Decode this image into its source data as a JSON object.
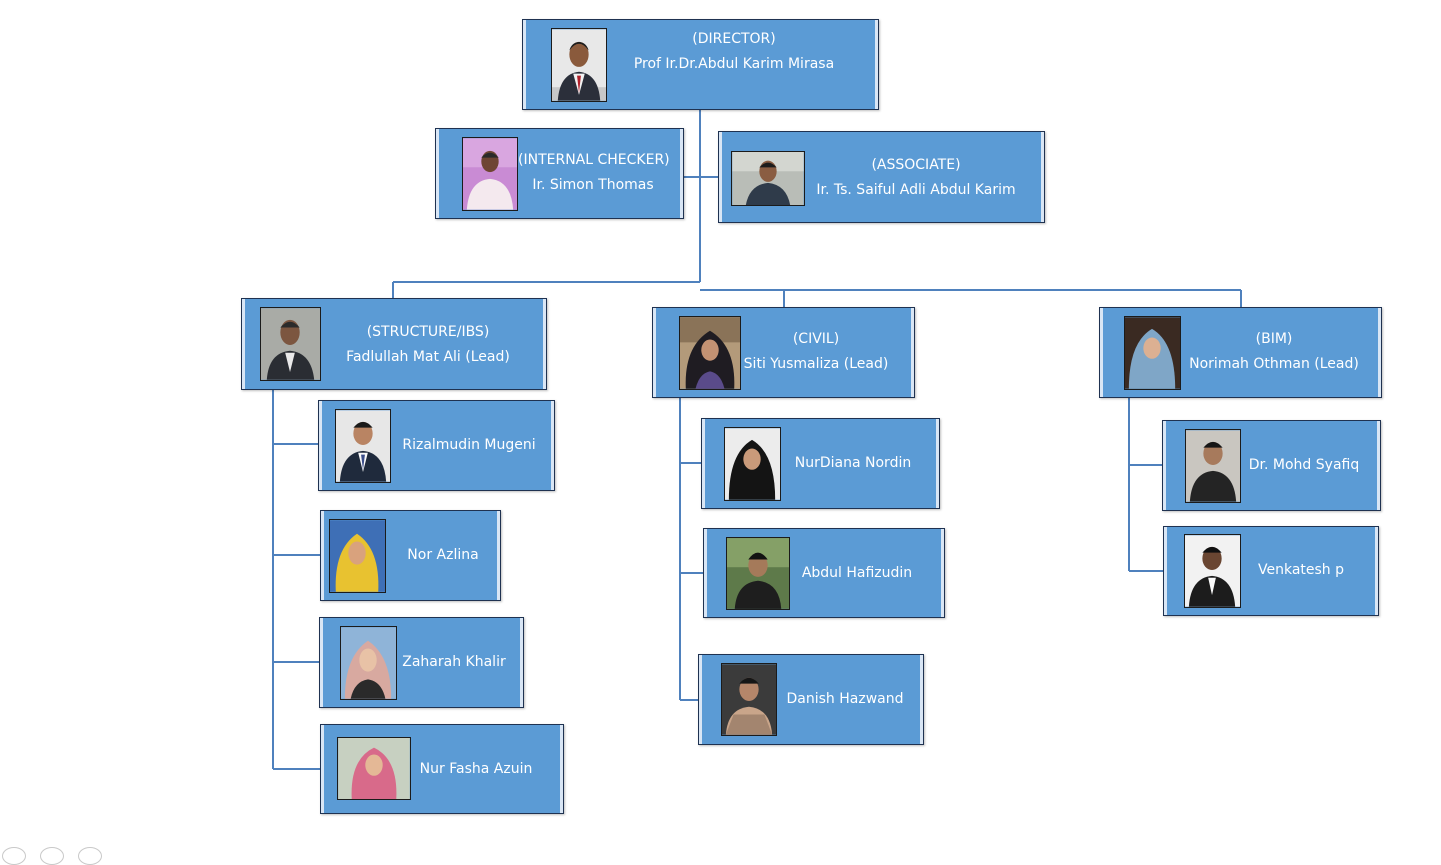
{
  "org": {
    "director": {
      "role": "(DIRECTOR)",
      "name": "Prof Ir.Dr.Abdul Karim Mirasa"
    },
    "internal_checker": {
      "role": "(INTERNAL CHECKER)",
      "name": "Ir. Simon Thomas"
    },
    "associate": {
      "role": "(ASSOCIATE)",
      "name": "Ir. Ts. Saiful Adli Abdul Karim"
    },
    "structure": {
      "role": "(STRUCTURE/IBS)",
      "name": "Fadlullah Mat Ali (Lead)",
      "members": [
        "Rizalmudin Mugeni",
        "Nor Azlina",
        "Zaharah Khalir",
        "Nur Fasha Azuin"
      ]
    },
    "civil": {
      "role": "(CIVIL)",
      "name": "Siti Yusmaliza (Lead)",
      "members": [
        "NurDiana Nordin",
        "Abdul Hafizudin",
        "Danish Hazwand"
      ]
    },
    "bim": {
      "role": "(BIM)",
      "name": "Norimah Othman (Lead)",
      "members": [
        "Dr. Mohd Syafiq",
        "Venkatesh p"
      ]
    }
  },
  "colors": {
    "box": "#5b9bd5",
    "box_border": "#1f3251",
    "connector": "#4f81bd",
    "text": "#ffffff"
  }
}
